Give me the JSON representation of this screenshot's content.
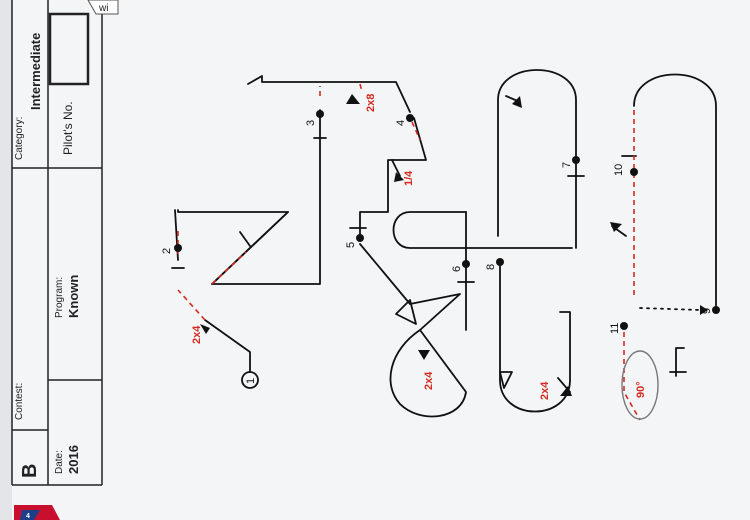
{
  "form": {
    "contest_label": "Contest:",
    "category_label": "Category:",
    "category_value": "Intermediate",
    "pilot_label": "Pilot's No.",
    "program_label": "Program:",
    "program_value": "Known",
    "date_label": "Date:",
    "date_value": "2016",
    "sheet_letter": "B",
    "corner_text": "wi"
  },
  "figures": {
    "f1": "1",
    "f2": "2",
    "f3": "3",
    "f4": "4",
    "f5": "5",
    "f6": "6",
    "f7": "7",
    "f8": "8",
    "f9": "9",
    "f10": "10",
    "f11": "11"
  },
  "roll_labels": {
    "a": "2x4",
    "b": "2x8",
    "c": "1/4",
    "d": "2x4",
    "e": "2x4",
    "f": "90°"
  },
  "colors": {
    "ink": "#111111",
    "accent": "#d42a1f",
    "paper": "#f4f5f7"
  }
}
